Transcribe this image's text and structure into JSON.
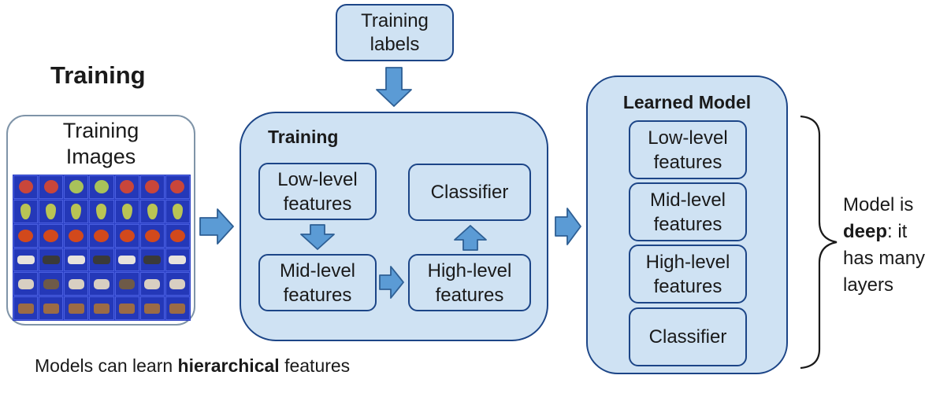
{
  "heading": "Training",
  "training_images": {
    "title": "Training Images",
    "rows": [
      {
        "category": "apples",
        "color": "#c9463a",
        "count": 7
      },
      {
        "category": "pears",
        "color": "#b9c454",
        "count": 7
      },
      {
        "category": "tomatoes",
        "color": "#d2491c",
        "count": 7
      },
      {
        "category": "cows",
        "color": "#e7e2dc",
        "count": 7
      },
      {
        "category": "dogs",
        "color": "#d8cfc2",
        "count": 7
      },
      {
        "category": "horses",
        "color": "#9b6b45",
        "count": 7
      }
    ]
  },
  "training_labels": "Training labels",
  "training_panel": {
    "title": "Training",
    "low_level": "Low-level features",
    "mid_level": "Mid-level features",
    "high_level": "High-level features",
    "classifier": "Classifier"
  },
  "learned_model": {
    "title": "Learned Model",
    "layers": [
      "Low-level features",
      "Mid-level features",
      "High-level features",
      "Classifier"
    ]
  },
  "side_note": {
    "line1": "Model is",
    "bold": "deep",
    "line2_rest": ": it",
    "line3": "has many",
    "line4": "layers"
  },
  "caption": {
    "prefix": "Models can learn ",
    "bold": "hierarchical",
    "suffix": " features"
  },
  "colors": {
    "box_fill": "#cfe2f3",
    "box_border": "#1c4587",
    "arrow_fill": "#5b9bd5",
    "arrow_stroke": "#2e5f94",
    "grid_background": "#2438b8"
  }
}
